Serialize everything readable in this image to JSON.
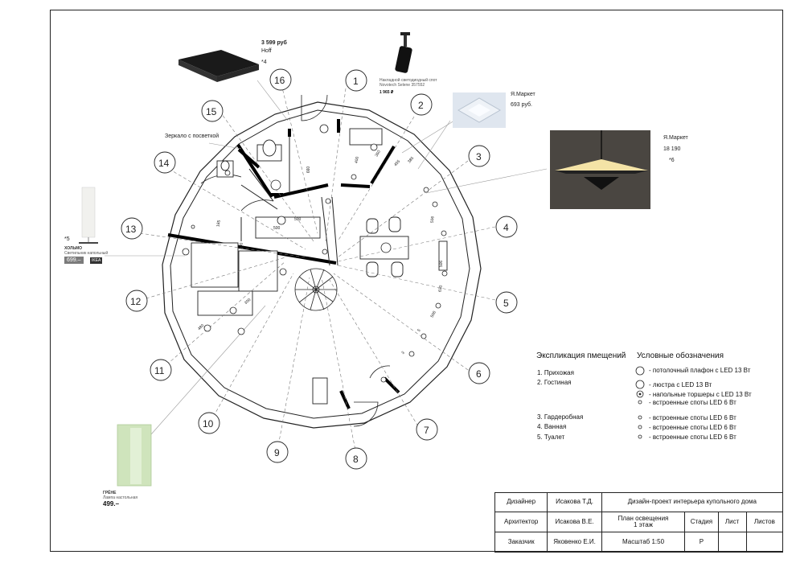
{
  "zones": [
    "1",
    "2",
    "3",
    "4",
    "5",
    "6",
    "7",
    "8",
    "9",
    "10",
    "11",
    "12",
    "13",
    "14",
    "15",
    "16"
  ],
  "wall_labels": [
    "Зеркало с посветкой"
  ],
  "dimensions": {
    "d660": "660",
    "d400": "400",
    "d350": "350",
    "d455": "455",
    "d385": "385",
    "d500": "500",
    "d500b": "500",
    "d300": "300",
    "d185": "185",
    "d506a": "506",
    "d506b": "506",
    "d506c": "506",
    "d630": "630",
    "d5": "5",
    "d3": "3",
    "d480": "480",
    "d300b": "300"
  },
  "products": {
    "hoff": {
      "price": "3 599 руб",
      "brand": "Hoff",
      "note": "*4"
    },
    "spot": {
      "caption": "Накладной светодиодный спот Novotech Selene 357552",
      "price": "1 965 ₽"
    },
    "panel": {
      "shop": "Я.Маркет",
      "price": "693 руб."
    },
    "pendant": {
      "shop": "Я.Маркет",
      "price": "18 190",
      "note": "*6"
    },
    "floor": {
      "note": "*5",
      "name": "ХОЛЬМО",
      "desc": "Светильник напольный",
      "price": "699.–",
      "badge": "IKEA"
    },
    "table": {
      "name": "ГРЁНЕ",
      "desc": "Лампа настольная",
      "price": "499.–"
    }
  },
  "explication": {
    "title": "Экспликация пмещений",
    "rooms": [
      "1. Прихожая",
      "2. Гостиная",
      "3. Гардеробная",
      "4. Ванная",
      "5. Туалет"
    ]
  },
  "legend": {
    "title": "Условные обозначения",
    "items": [
      "- потолочный плафон с LED 13 Вт",
      "- люстра с LED 13 Вт",
      "- напольные торшеры с LED 13 Вт",
      "- встроенные споты LED 6 Вт",
      "- встроенные споты LED 6 Вт",
      "- встроенные споты LED 6 Вт",
      "- встроенные споты LED 6 Вт"
    ]
  },
  "stamp": {
    "designer_label": "Дизайнер",
    "designer_name": "Исакова Т.Д.",
    "architect_label": "Архитектор",
    "architect_name": "Исакова В.Е.",
    "client_label": "Заказчик",
    "client_name": "Яковенко Е.И.",
    "project_title": "Дизайн-проект интерьера купольного дома",
    "sheet_title_1": "План освещения",
    "sheet_title_2": "1 этаж",
    "stage_label": "Стадия",
    "sheet_label": "Лист",
    "sheets_label": "Листов",
    "scale": "Масштаб 1:50",
    "stage_value": "Р"
  }
}
